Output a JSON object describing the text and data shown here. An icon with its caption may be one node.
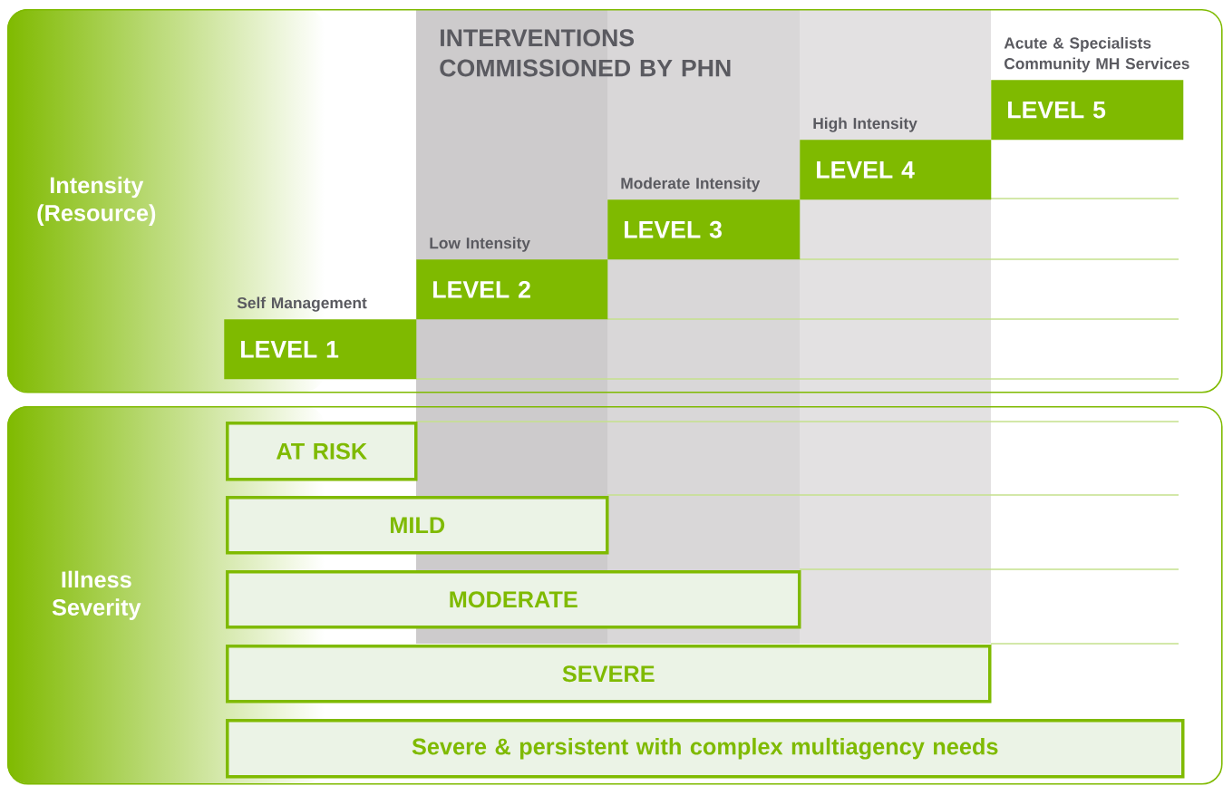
{
  "diagram": {
    "nodes": [
      {
        "text": [
          "Intensity (Resource)"
        ]
      },
      {
        "text": [
          "LEVEL 1"
        ],
        "in": 0,
        "beside": [
          "Self Management"
        ]
      },
      {
        "text": [
          "LEVEL 2"
        ],
        "in": 0,
        "beside": [
          "Low Intensity"
        ]
      },
      {
        "text": [
          "LEVEL 3"
        ],
        "in": 0,
        "beside": [
          "Moderate Intensity"
        ]
      },
      {
        "text": [
          "LEVEL 4"
        ],
        "in": 0,
        "beside": [
          "High Intensity"
        ]
      },
      {
        "text": [
          "LEVEL 5"
        ],
        "in": 0,
        "beside": [
          "Acute & Specialists Community MH Services"
        ]
      },
      {
        "text": [
          "Illness Severity"
        ]
      },
      {
        "text": [
          "AT RISK"
        ],
        "in": 6
      },
      {
        "text": [
          "MILD"
        ],
        "in": 6
      },
      {
        "text": [
          "MODERATE"
        ],
        "in": 6
      },
      {
        "text": [
          "SEVERE"
        ],
        "in": 6
      },
      {
        "text": [
          "Severe & persistent with complex multiagency needs"
        ],
        "in": 6
      }
    ],
    "labels": [
      "INTERVENTIONS COMMISSIONED BY PHN"
    ]
  }
}
